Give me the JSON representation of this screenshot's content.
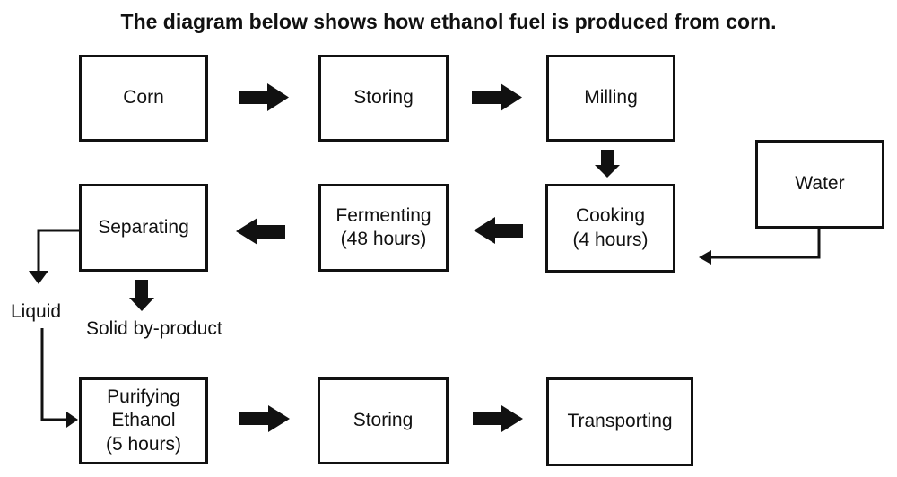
{
  "title": "The diagram below shows how ethanol fuel is produced from corn.",
  "boxes": {
    "corn": {
      "label": "Corn"
    },
    "storing_top": {
      "label": "Storing"
    },
    "milling": {
      "label": "Milling"
    },
    "water": {
      "label": "Water"
    },
    "separating": {
      "label": "Separating"
    },
    "fermenting": {
      "label": "Fermenting\n(48 hours)"
    },
    "cooking": {
      "label": "Cooking\n(4 hours)"
    },
    "purifying_ethanol": {
      "label": "Purifying\nEthanol\n(5 hours)"
    },
    "storing_bottom": {
      "label": "Storing"
    },
    "transporting": {
      "label": "Transporting"
    }
  },
  "labels": {
    "liquid": "Liquid",
    "solid_by_product": "Solid by-product"
  },
  "colors": {
    "ink": "#111111",
    "background": "#ffffff"
  },
  "connections": [
    {
      "from": "Corn",
      "to": "Storing",
      "style": "block-arrow"
    },
    {
      "from": "Storing",
      "to": "Milling",
      "style": "block-arrow"
    },
    {
      "from": "Milling",
      "to": "Cooking (4 hours)",
      "style": "block-arrow"
    },
    {
      "from": "Water",
      "to": "Cooking (4 hours)",
      "style": "thin-arrow"
    },
    {
      "from": "Cooking (4 hours)",
      "to": "Fermenting (48 hours)",
      "style": "block-arrow"
    },
    {
      "from": "Fermenting (48 hours)",
      "to": "Separating",
      "style": "block-arrow"
    },
    {
      "from": "Separating",
      "to": "Liquid",
      "style": "thin-arrow"
    },
    {
      "from": "Separating",
      "to": "Solid by-product",
      "style": "block-arrow"
    },
    {
      "from": "Liquid",
      "to": "Purifying Ethanol (5 hours)",
      "style": "thin-arrow"
    },
    {
      "from": "Purifying Ethanol (5 hours)",
      "to": "Storing",
      "style": "block-arrow"
    },
    {
      "from": "Storing",
      "to": "Transporting",
      "style": "block-arrow"
    }
  ]
}
